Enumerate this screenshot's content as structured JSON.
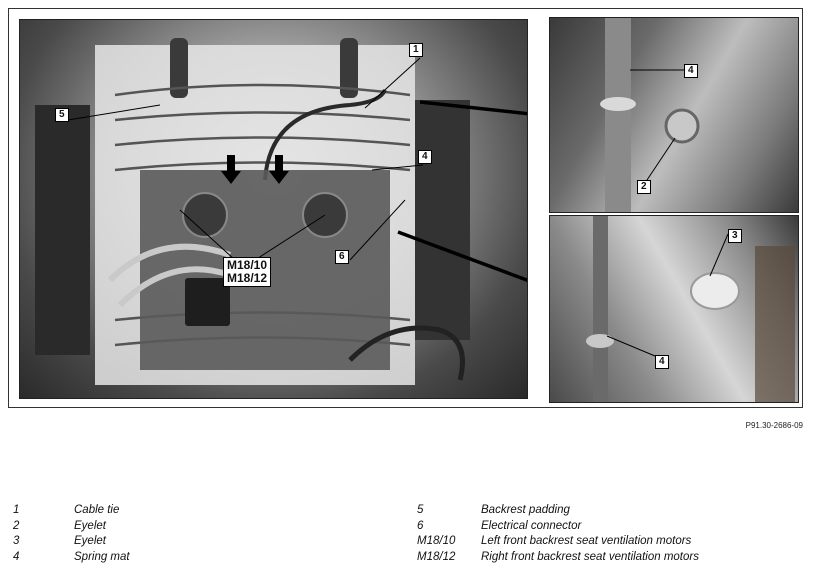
{
  "figure": {
    "reference_code": "P91.30-2686-09",
    "callouts": {
      "main_1": "1",
      "main_5": "5",
      "main_4": "4",
      "main_6": "6",
      "main_m1810": "M18/10",
      "main_m1812": "M18/12",
      "top_4": "4",
      "top_2": "2",
      "bot_3": "3",
      "bot_4": "4"
    }
  },
  "legend": {
    "left": [
      {
        "key": "1",
        "desc": "Cable tie"
      },
      {
        "key": "2",
        "desc": "Eyelet"
      },
      {
        "key": "3",
        "desc": "Eyelet"
      },
      {
        "key": "4",
        "desc": "Spring mat"
      }
    ],
    "right": [
      {
        "key": "5",
        "desc": "Backrest padding"
      },
      {
        "key": "6",
        "desc": "Electrical connector"
      },
      {
        "key": "M18/10",
        "desc": "Left front backrest seat ventilation motors"
      },
      {
        "key": "M18/12",
        "desc": "Right front backrest seat ventilation motors"
      }
    ]
  }
}
